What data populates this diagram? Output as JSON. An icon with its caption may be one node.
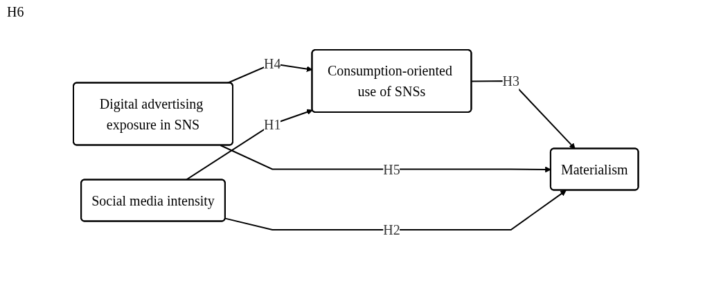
{
  "diagram": {
    "nodes": [
      {
        "text": [
          "Consumption-oriented use of SNSs"
        ]
      },
      {
        "text": [
          "Digital advertising exposure in SNS"
        ]
      },
      {
        "text": [
          "Materialism"
        ]
      },
      {
        "text": [
          "Social media intensity"
        ]
      }
    ],
    "edges": [
      {
        "from": 1,
        "to": 0,
        "arrow": "to",
        "label": "H4"
      },
      {
        "from": 0,
        "to": 2,
        "arrow": "to",
        "label": "H3"
      },
      {
        "from": 1,
        "to": 2,
        "arrow": "to",
        "label": "H5"
      },
      {
        "from": 3,
        "to": 0,
        "arrow": "to",
        "label": "H1"
      },
      {
        "from": 3,
        "to": 2,
        "arrow": "to",
        "label": "H2"
      }
    ],
    "labels": [
      "H6"
    ]
  }
}
